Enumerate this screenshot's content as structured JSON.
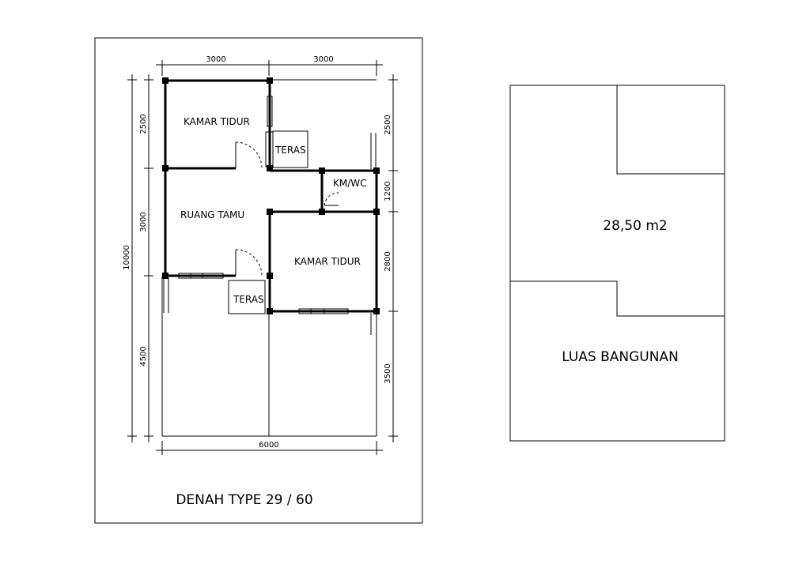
{
  "plan": {
    "rooms": {
      "bedroom_top": "KAMAR TIDUR",
      "terrace_top": "TERAS",
      "bathroom": "KM/WC",
      "living": "RUANG TAMU",
      "bedroom_bottom": "KAMAR TIDUR",
      "terrace_bottom": "TERAS"
    },
    "dims": {
      "top_left": "3000",
      "top_right": "3000",
      "bottom": "6000",
      "left_total": "10000",
      "left_1": "2500",
      "left_2": "3000",
      "left_3": "4500",
      "right_1": "2500",
      "right_2": "1200",
      "right_3": "2800",
      "right_4": "3500"
    },
    "title": "DENAH TYPE 29 / 60"
  },
  "area": {
    "value": "28,50 m2",
    "label": "LUAS BANGUNAN"
  }
}
